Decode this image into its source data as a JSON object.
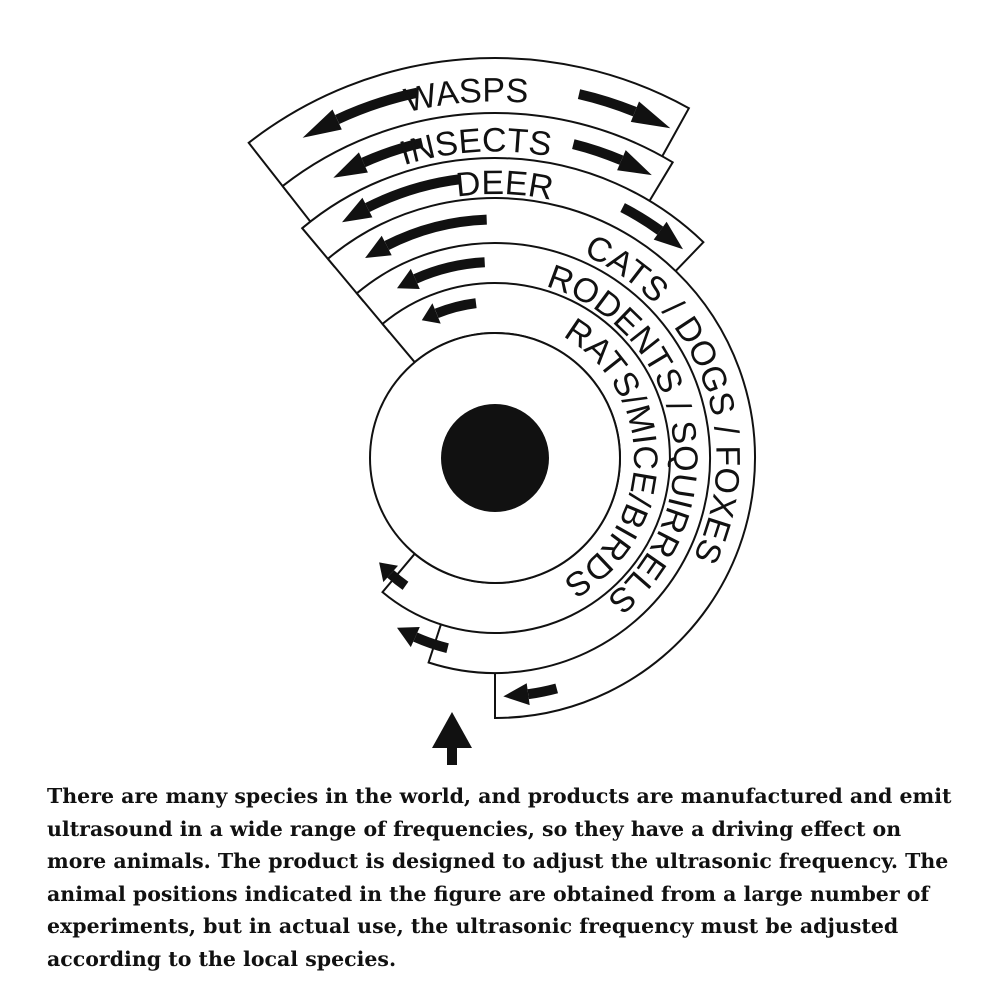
{
  "dial": {
    "rings": [
      {
        "id": "wasps",
        "label": "WASPS"
      },
      {
        "id": "insects",
        "label": "INSECTS"
      },
      {
        "id": "deer",
        "label": "DEER"
      },
      {
        "id": "cats-dogs-foxes",
        "label": "CATS / DOGS / FOXES"
      },
      {
        "id": "rodents-squirrels",
        "label": "RODENTS / SQUIRRELS"
      },
      {
        "id": "rats-mice-birds",
        "label": "RATS/MICE/BIRDS"
      }
    ],
    "colors": {
      "line": "#111111",
      "knob": "#111111",
      "background": "#ffffff"
    },
    "icons": {
      "arrows": "double-arrow-icon",
      "pointer": "up-arrow-icon",
      "knob": "knob-icon"
    }
  },
  "caption": {
    "text": "There are many species in the world, and products are manufactured and emit ultrasound in a wide range of frequencies, so they have a driving effect on more animals. The product is designed to adjust the ultrasonic frequency. The animal positions indicated in the figure are obtained from a large number of experiments, but in actual use, the ultrasonic frequency must be adjusted according to the local species."
  }
}
